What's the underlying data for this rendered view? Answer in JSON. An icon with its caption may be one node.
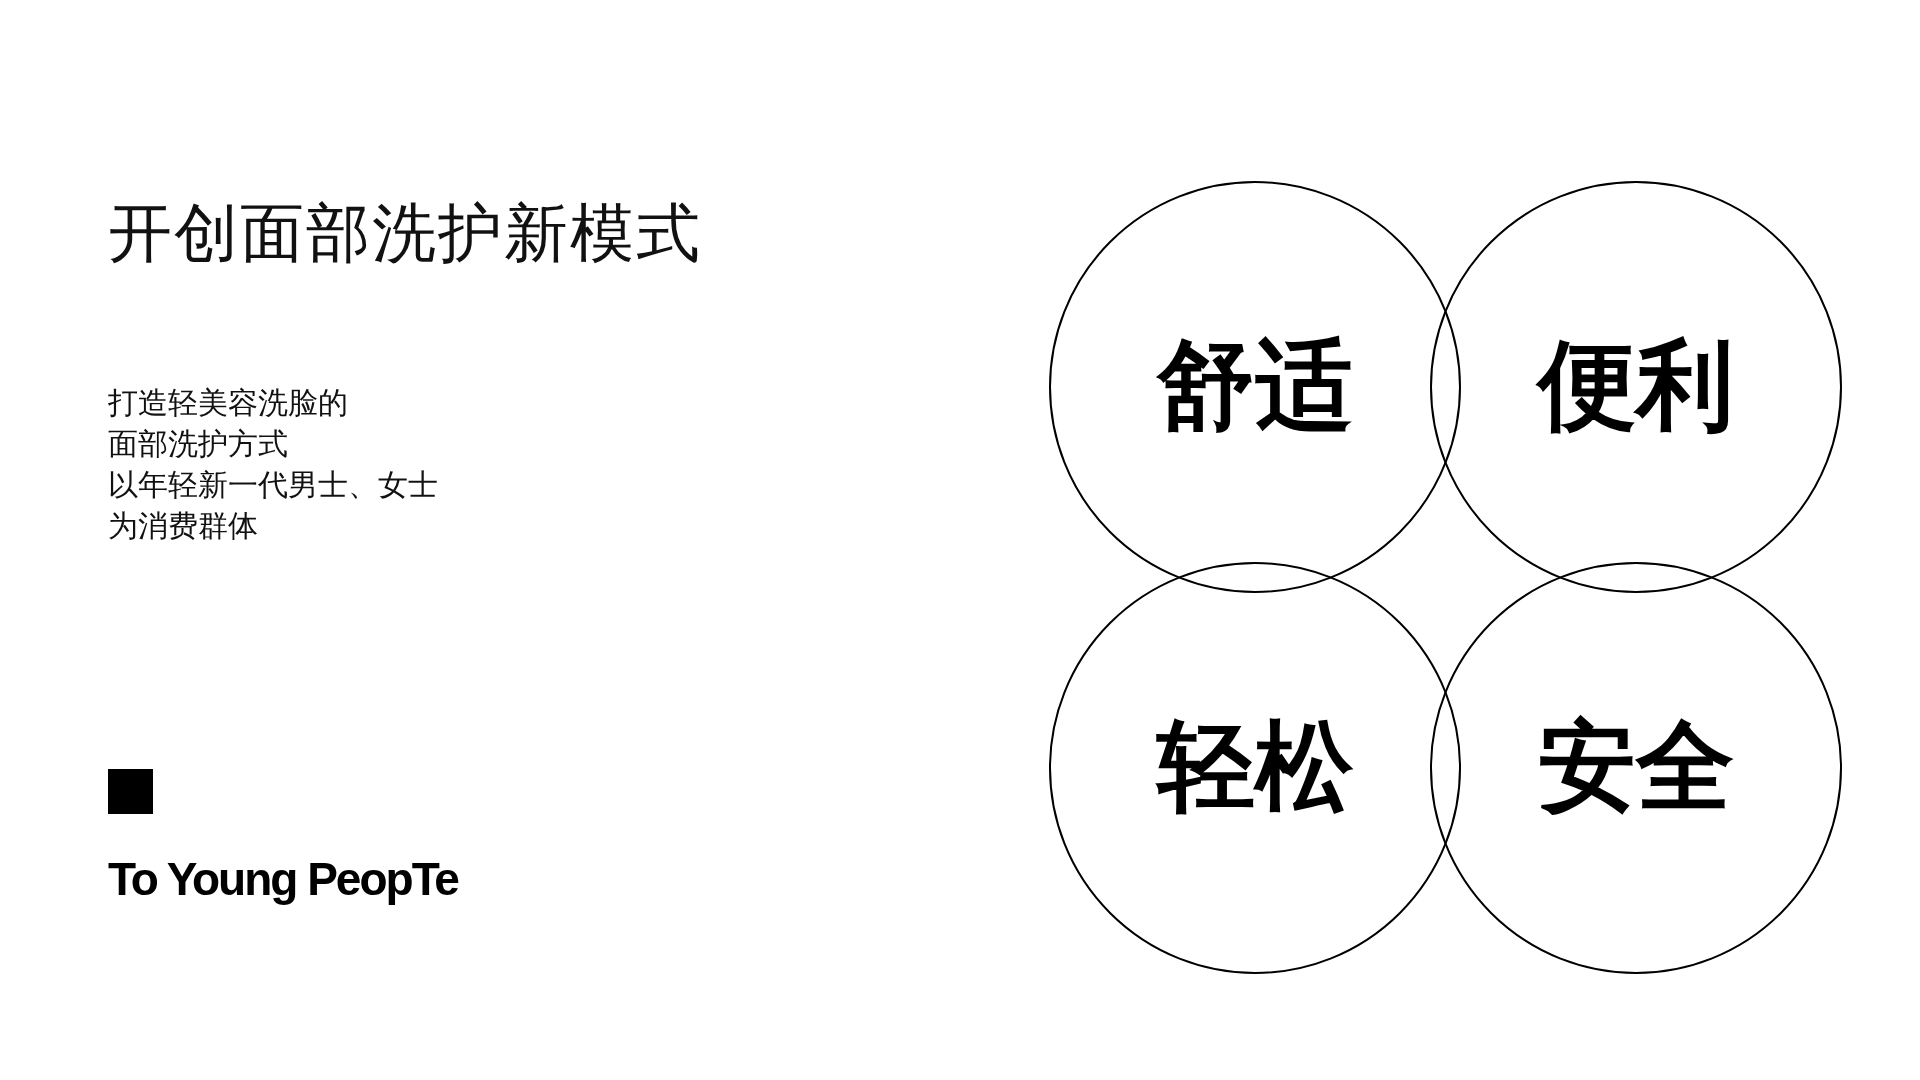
{
  "diagram": {
    "title": "开创面部洗护新模式",
    "nodes": [
      {
        "text": [
          "舒适"
        ]
      },
      {
        "text": [
          "便利"
        ]
      },
      {
        "text": [
          "轻松"
        ]
      },
      {
        "text": [
          "安全"
        ]
      }
    ],
    "labels": [
      "打造轻美容洗脸的",
      "面部洗护方式",
      "以年轻新一代男士、女士",
      "为消费群体",
      "To Young PeopTe"
    ]
  }
}
